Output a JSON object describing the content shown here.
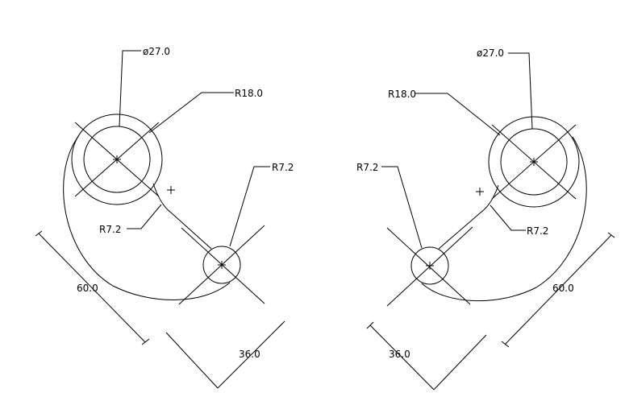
{
  "drawing": {
    "left": {
      "dim_diameter": "ø27.0",
      "dim_big_radius": "R18.0",
      "dim_small_radius": "R7.2",
      "dim_fillet": "R7.2",
      "dim_length": "60.0",
      "dim_offset": "36.0"
    },
    "right": {
      "dim_diameter": "ø27.0",
      "dim_big_radius": "R18.0",
      "dim_small_radius": "R7.2",
      "dim_fillet": "R7.2",
      "dim_length": "60.0",
      "dim_offset": "36.0"
    }
  }
}
